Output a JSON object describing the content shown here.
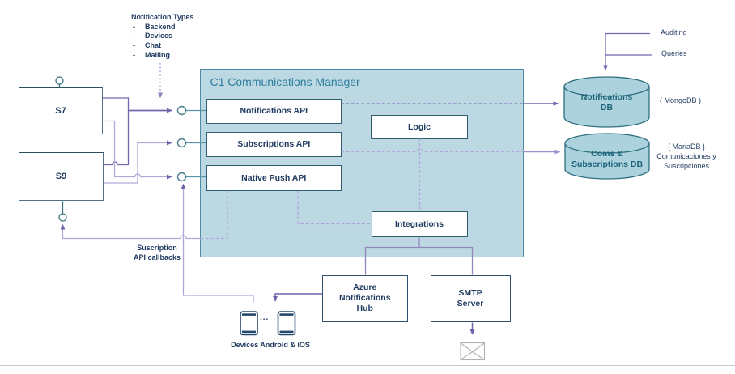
{
  "notification_types": {
    "title": "Notification Types",
    "items": [
      "Backend",
      "Devices",
      "Chat",
      "Mailing"
    ]
  },
  "services": {
    "s7": "S7",
    "s9": "S9"
  },
  "manager": {
    "title": "C1 Communications Manager",
    "notifications_api": "Notifications API",
    "subscriptions_api": "Subscriptions API",
    "native_push_api": "Native Push API",
    "logic": "Logic",
    "integrations": "Integrations"
  },
  "databases": {
    "notifications_db": {
      "name_line1": "Notifications",
      "name_line2": "DB",
      "tech": "( MongoDB )"
    },
    "coms_db": {
      "name_line1": "Coms &",
      "name_line2": "Subscriptions DB",
      "tech": "{ MariaDB }",
      "desc_line1": "Comunicaciones y",
      "desc_line2": "Suscripciones"
    }
  },
  "external": {
    "azure_hub": {
      "line1": "Azure",
      "line2": "Notifications",
      "line3": "Hub"
    },
    "smtp": {
      "line1": "SMTP",
      "line2": "Server"
    }
  },
  "annotations": {
    "auditing": "Auditing",
    "queries": "Queries",
    "callbacks_line1": "Suscription",
    "callbacks_line2": "API callbacks",
    "devices_label": "Devices Android & iOS",
    "ellipsis": "..."
  },
  "colors": {
    "container_fill": "#bcd9e3",
    "container_border": "#4f8da6",
    "box_border": "#2e5d6f",
    "cylinder_fill": "#acd2de",
    "cylinder_border": "#2f6f80",
    "text_navy": "#1f3a5f",
    "title_teal": "#2d7c9e",
    "db_text": "#1d6479",
    "arrow_purple": "#6f63ab",
    "arrow_lavender": "#b2a6d8"
  }
}
